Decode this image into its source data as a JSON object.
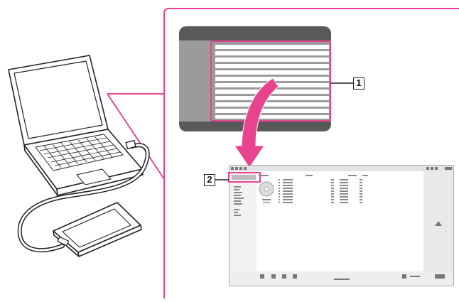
{
  "callouts": {
    "one": "1",
    "two": "2"
  },
  "colors": {
    "accent": "#e8438f",
    "dialog_frame": "#595959",
    "dialog_sidebar": "#9b9b9b",
    "list_row": "#c9c9c9",
    "window_gray": "#eeeeee",
    "outline": "#222222"
  },
  "icons": {
    "laptop": "laptop-icon",
    "player": "walkman-player-icon",
    "arrow": "curved-arrow-icon",
    "media_window": "media-app-window",
    "disc": "cd-disc-icon"
  }
}
